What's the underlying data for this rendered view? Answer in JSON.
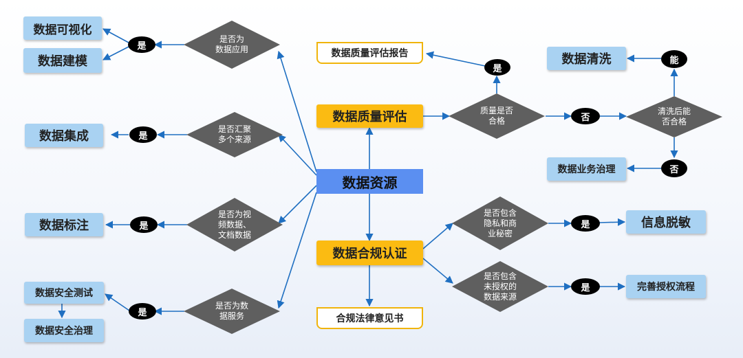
{
  "center": "数据资源",
  "left": {
    "visualization": "数据可视化",
    "modeling": "数据建模",
    "integration": "数据集成",
    "annotation": "数据标注",
    "security_test": "数据安全测试",
    "security_gov": "数据安全治理"
  },
  "decisions": {
    "data_app": "是否为\n数据应用",
    "multi_source": "是否汇聚\n多个来源",
    "media": "是否为视\n频数据、\n文档数据",
    "service": "是否为数\n据服务",
    "quality_ok": "质量是否\n合格",
    "clean_ok": "清洗后能\n否合格",
    "privacy": "是否包含\n隐私和商\n业秘密",
    "unauthorized": "是否包含\n未授权的\n数据来源"
  },
  "labels": {
    "yes": "是",
    "no": "否",
    "can": "能"
  },
  "right": {
    "quality_eval": "数据质量评估",
    "quality_report": "数据质量评估报告",
    "cleaning": "数据清洗",
    "business_gov": "数据业务治理",
    "compliance": "数据合规认证",
    "legal_opinion": "合规法律意见书",
    "desensitize": "信息脱敏",
    "auth_process": "完善授权流程"
  }
}
